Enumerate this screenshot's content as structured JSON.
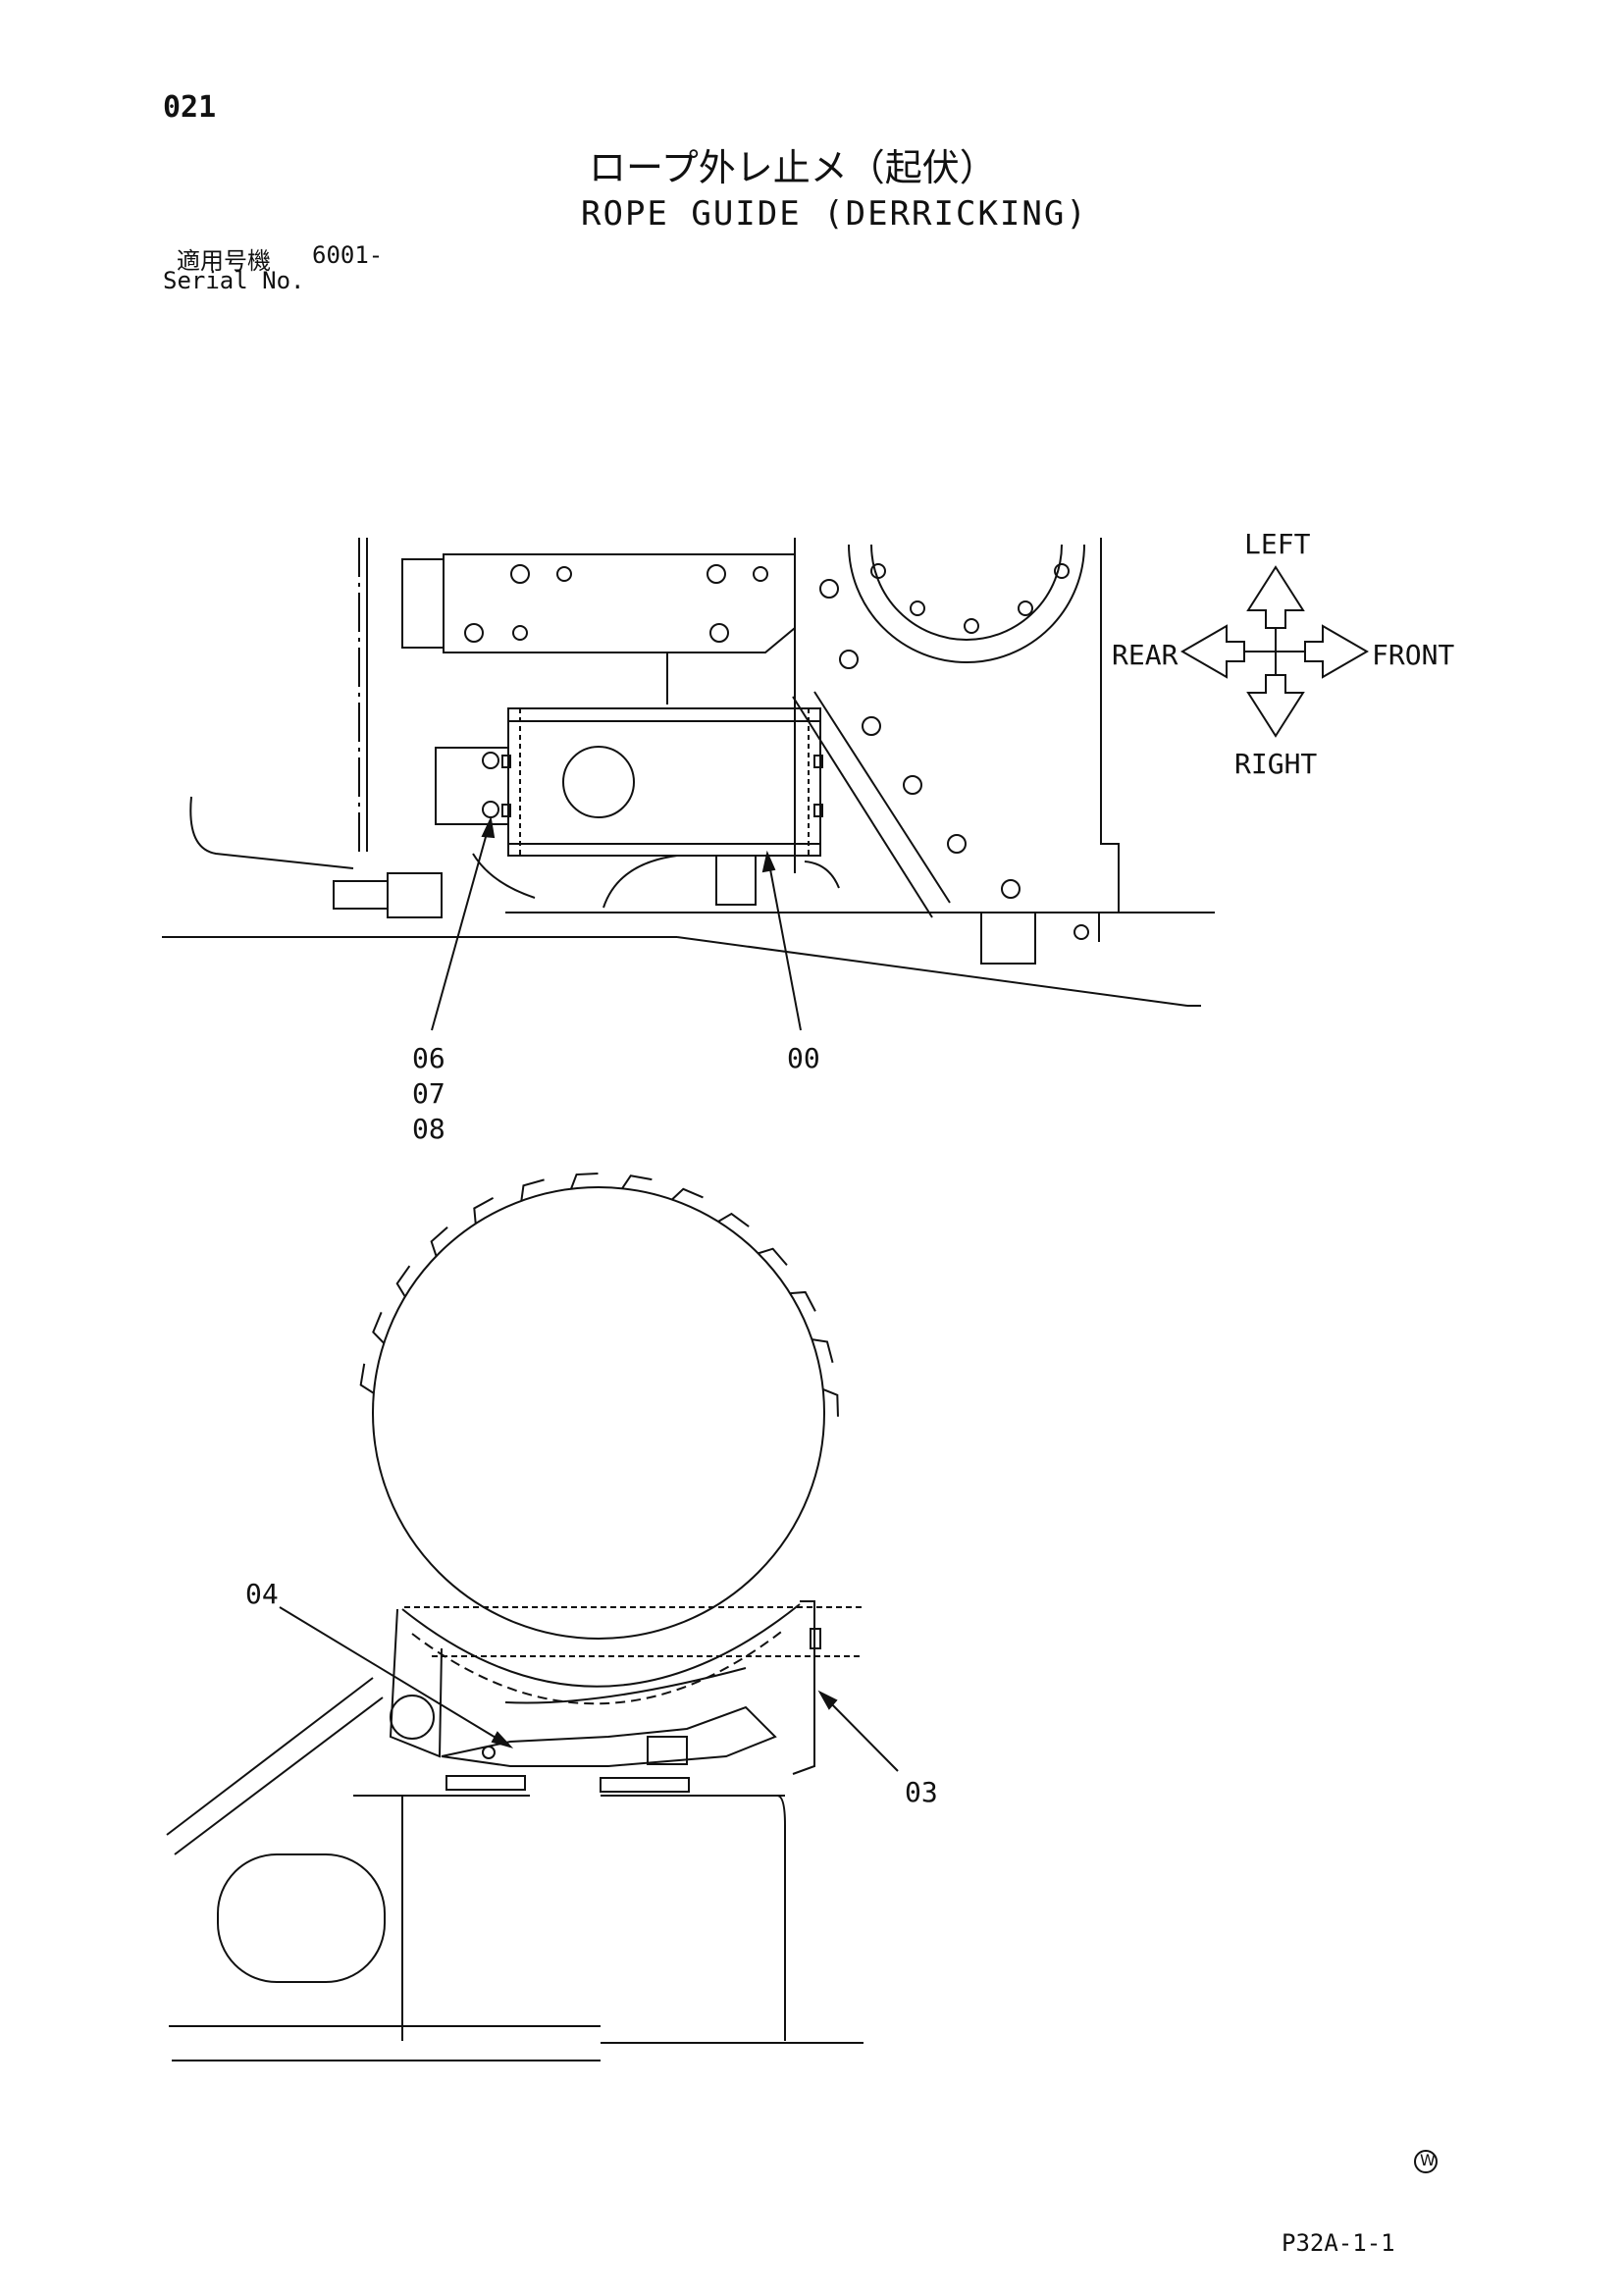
{
  "header": {
    "page_number": "021",
    "title_jp": "ロープ外レ止メ（起伏）",
    "title_en": "ROPE GUIDE (DERRICKING)",
    "serial_label_jp": "適用号機",
    "serial_value": "6001-",
    "serial_label_en": "Serial No."
  },
  "orientation": {
    "left": "LEFT",
    "right": "RIGHT",
    "rear": "REAR",
    "front": "FRONT"
  },
  "callouts_top": {
    "group_a": [
      "06",
      "07",
      "08"
    ],
    "part_00": "00"
  },
  "callouts_bottom": {
    "part_04": "04",
    "part_03": "03"
  },
  "footer": {
    "mark": "W",
    "page_code": "P32A-1-1"
  }
}
